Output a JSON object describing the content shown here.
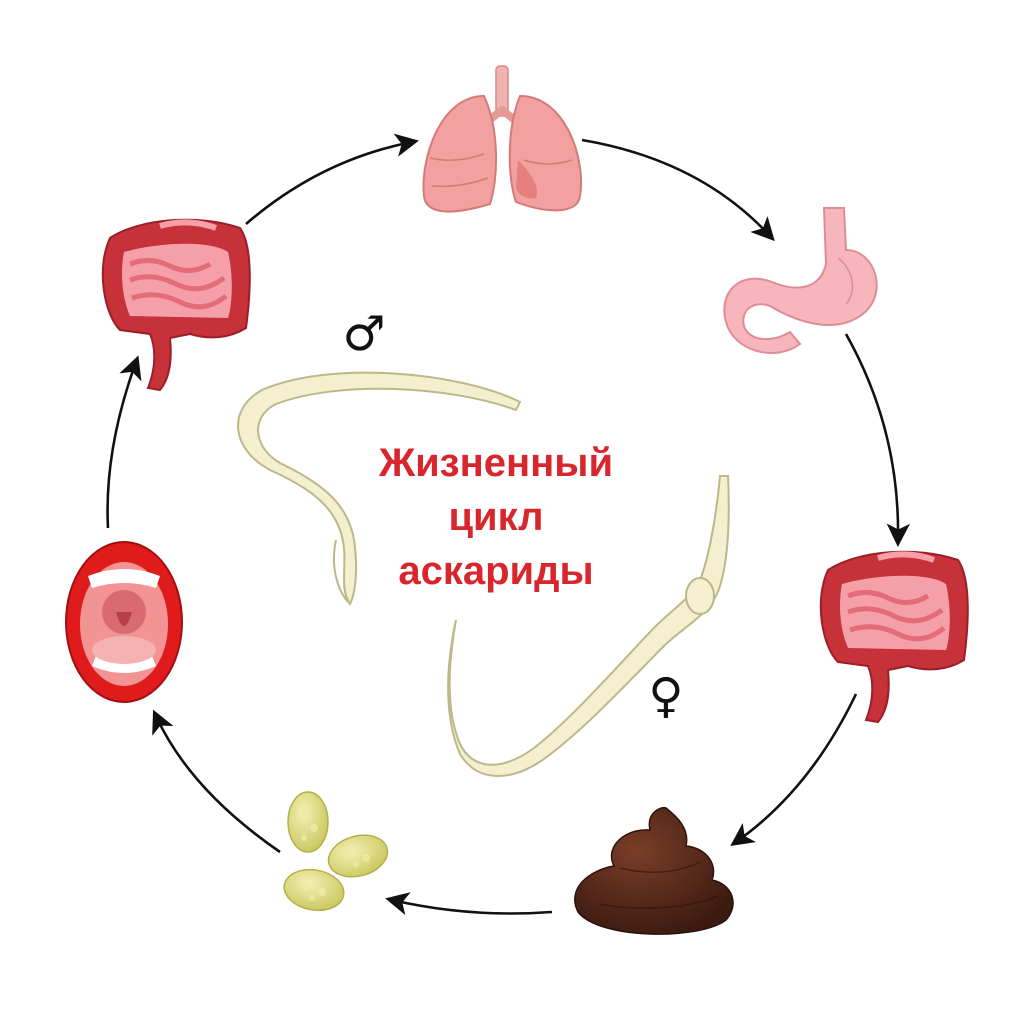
{
  "title": {
    "lines": [
      "Жизненный",
      "цикл",
      "аскариды"
    ],
    "color": "#d9262c"
  },
  "symbols": {
    "male": "♂",
    "female": "♀"
  },
  "colors": {
    "arrow": "#111111",
    "lungs": "#f3a0a0",
    "stomach": "#f7b6bc",
    "intestine": "#c7313a",
    "intestine_inner": "#f5a0a8",
    "mouth_lips": "#e01b1b",
    "feces": "#4a2418",
    "eggs": "#d8d678",
    "worm": "#f3efcf"
  },
  "stages": [
    {
      "id": "lungs",
      "icon": "lungs-icon"
    },
    {
      "id": "stomach",
      "icon": "stomach-icon"
    },
    {
      "id": "intestine-right",
      "icon": "intestine-icon"
    },
    {
      "id": "feces",
      "icon": "feces-icon"
    },
    {
      "id": "eggs",
      "icon": "eggs-icon"
    },
    {
      "id": "mouth",
      "icon": "mouth-icon"
    },
    {
      "id": "intestine-left",
      "icon": "intestine-icon"
    }
  ]
}
